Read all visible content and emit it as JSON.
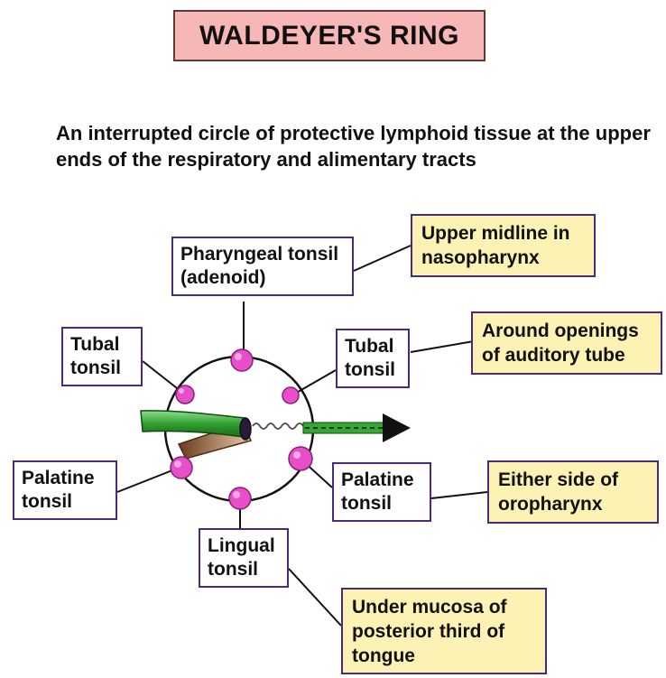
{
  "title": "WALDEYER'S RING",
  "description": "An interrupted circle of protective lymphoid tissue at the upper ends of the respiratory and alimentary tracts",
  "labels": {
    "pharyngeal": "Pharyngeal tonsil (adenoid)",
    "tubal_left": "Tubal tonsil",
    "tubal_right": "Tubal tonsil",
    "palatine_left": "Palatine tonsil",
    "palatine_right": "Palatine tonsil",
    "lingual": "Lingual tonsil"
  },
  "notes": {
    "upper": "Upper midline in nasopharynx",
    "auditory": "Around openings of auditory tube",
    "either_side": "Either side of oropharynx",
    "under_mucosa": "Under mucosa of posterior third of tongue"
  },
  "colors": {
    "title_bg": "#f7b7b7",
    "note_bg": "#fcf2b4",
    "tonsil": "#e64fc8",
    "tube_green": "#2f9e2f",
    "label_border": "#4a2b7a"
  }
}
